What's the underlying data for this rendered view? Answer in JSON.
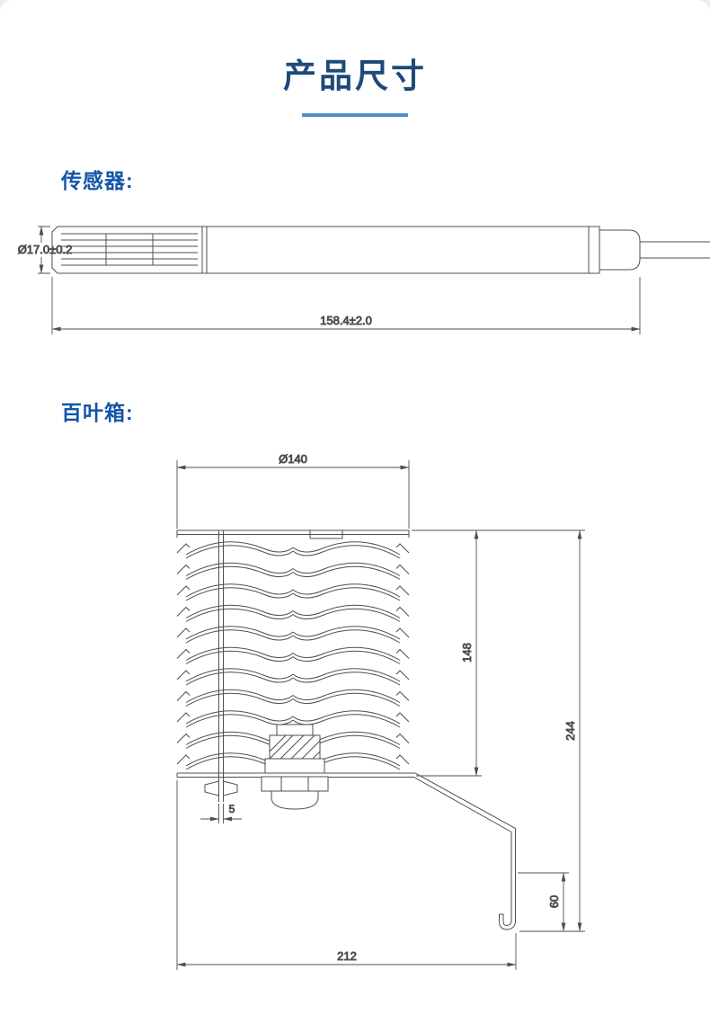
{
  "page": {
    "title": "产品尺寸"
  },
  "sensor": {
    "label": "传感器:",
    "dims": {
      "diameter": "Ø17.0±0.2",
      "length": "158.4±2.0"
    }
  },
  "louver": {
    "label": "百叶箱:",
    "dims": {
      "diameter": "Ø140",
      "inner_height": "148",
      "total_height": "244",
      "gap": "5",
      "drop": "60",
      "width": "212"
    }
  }
}
